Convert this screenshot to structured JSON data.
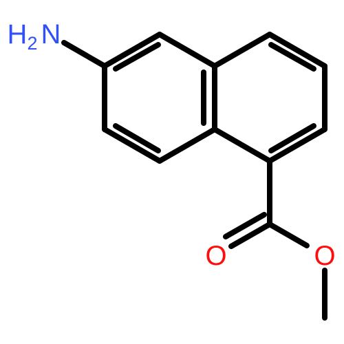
{
  "atoms": {
    "amine": {
      "element": "N",
      "hydrogen": "H",
      "hydrogen_count": "2"
    },
    "carbonyl_oxygen": {
      "element": "O"
    },
    "ester_oxygen": {
      "element": "O"
    }
  },
  "colors": {
    "bond": "#000000",
    "nitrogen": "#3050F8",
    "oxygen": "#FF0D0D",
    "background": "#FFFFFF"
  }
}
